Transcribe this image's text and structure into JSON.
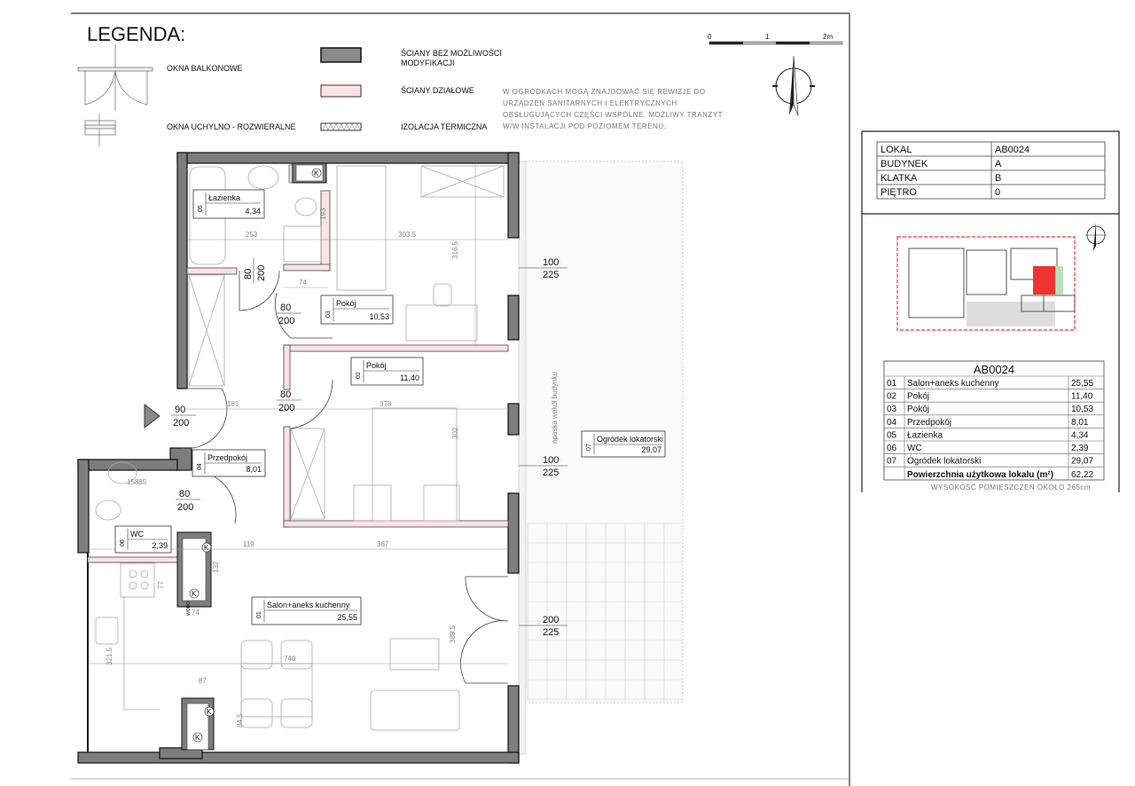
{
  "legend": {
    "title": "LEGENDA:",
    "items": [
      {
        "label": "OKNA BALKONOWE",
        "icon": "balcony-window-icon"
      },
      {
        "label": "OKNA UCHYLNO - ROZWIERALNE",
        "icon": "tilt-window-icon"
      },
      {
        "label_line1": "ŚCIANY BEZ MOŻLIWOŚCI",
        "label_line2": "MODYFIKACJI",
        "color": "#7d7d7d"
      },
      {
        "label": "ŚCIANY DZIAŁOWE",
        "color": "#fbe3e3"
      },
      {
        "label": "IZOLACJA TERMICZNA"
      }
    ],
    "note_lines": [
      "W OGRÓDKACH MOGĄ ZNAJDOWAĆ SIĘ REWIZJE DO",
      "URZĄDZEŃ   SANITARNYCH   I   ELEKTRYCZNYCH",
      "OBSŁUGUJĄCYCH CZĘŚCI WSPÓLNE. MOŻLIWY TRANZYT",
      "W/W INSTALACJI POD POZIOMEM TERENU."
    ]
  },
  "scale": {
    "labels": [
      "0",
      "1",
      "2m"
    ]
  },
  "info": [
    {
      "key": "LOKAL",
      "value": "AB0024"
    },
    {
      "key": "BUDYNEK",
      "value": "A"
    },
    {
      "key": "KLATKA",
      "value": "B"
    },
    {
      "key": "PIĘTRO",
      "value": "0"
    }
  ],
  "rooms_table": {
    "title": "AB0024",
    "rows": [
      {
        "no": "01",
        "name": "Salon+aneks kuchenny",
        "area": "25,55"
      },
      {
        "no": "02",
        "name": "Pokój",
        "area": "11,40"
      },
      {
        "no": "03",
        "name": "Pokój",
        "area": "10,53"
      },
      {
        "no": "04",
        "name": "Przedpokój",
        "area": "8,01"
      },
      {
        "no": "05",
        "name": "Łazienka",
        "area": "4,34"
      },
      {
        "no": "06",
        "name": "WC",
        "area": "2,39"
      },
      {
        "no": "07",
        "name": "Ogródek lokatorski",
        "area": "29,07"
      }
    ],
    "total_label": "Powierzchnia użytkowa lokalu (m²)",
    "total": "62,22",
    "height_note": "WYSOKOŚĆ POMIESZCZEŃ OKOŁO 265cm"
  },
  "plan": {
    "highlight_color": "#ee3333",
    "rooms": [
      {
        "no": "05",
        "name": "Łazienka",
        "area": "4,34"
      },
      {
        "no": "03",
        "name": "Pokój",
        "area": "10,53"
      },
      {
        "no": "02",
        "name": "Pokój",
        "area": "11,40"
      },
      {
        "no": "04",
        "name": "Przedpokój",
        "area": "8,01"
      },
      {
        "no": "06",
        "name": "WC",
        "area": "2,39"
      },
      {
        "no": "01",
        "name": "Salon+aneks kuchenny",
        "area": "25,55"
      },
      {
        "no": "07",
        "name": "Ogródek lokatorski",
        "area": "29,07"
      }
    ],
    "garden_strip": "opaska wokół budynku",
    "doors": [
      {
        "w": "80",
        "h": "200"
      },
      {
        "w": "80",
        "h": "200"
      },
      {
        "w": "80",
        "h": "200"
      },
      {
        "w": "90",
        "h": "200"
      },
      {
        "w": "80",
        "h": "200"
      }
    ],
    "windows": [
      {
        "w": "100",
        "h": "225"
      },
      {
        "w": "100",
        "h": "225"
      },
      {
        "w": "200",
        "h": "225"
      }
    ],
    "dims": [
      "253",
      "303.5",
      "74",
      "193",
      "316.5",
      "181",
      "378",
      "302",
      "119",
      "387",
      "74",
      "132",
      "77",
      "740",
      "87",
      "84.5",
      "321.5",
      "389.5"
    ],
    "k_mark": "K",
    "wodo": "WODO",
    "sink_label": "15885"
  }
}
